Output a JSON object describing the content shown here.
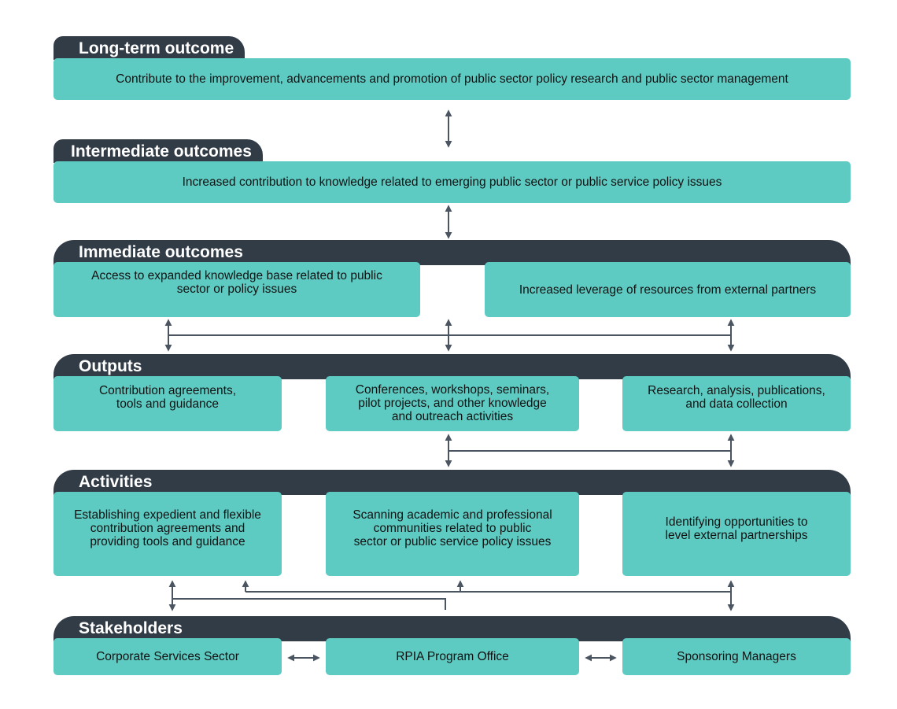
{
  "long_term": {
    "title": "Long-term outcome",
    "text": "Contribute to the improvement, advancements and promotion of public sector policy research and public sector management"
  },
  "intermediate": {
    "title": "Intermediate outcomes",
    "text": "Increased contribution to knowledge related to emerging public sector or public service policy issues"
  },
  "immediate": {
    "title": "Immediate outcomes",
    "boxes": [
      "Access to expanded knowledge base related to public\nsector or policy issues",
      "Increased leverage of resources from external partners"
    ]
  },
  "outputs": {
    "title": "Outputs",
    "boxes": [
      "Contribution agreements,\ntools and guidance",
      "Conferences, workshops, seminars,\npilot projects, and other knowledge\nand outreach activities",
      "Research, analysis, publications,\nand data collection"
    ]
  },
  "activities": {
    "title": "Activities",
    "boxes": [
      "Establishing expedient and flexible\ncontribution agreements and\nproviding tools and guidance",
      "Scanning academic and professional\ncommunities related to public\nsector or public service policy issues",
      "Identifying opportunities to\nlevel external partnerships"
    ]
  },
  "stakeholders": {
    "title": "Stakeholders",
    "boxes": [
      "Corporate Services Sector",
      "RPIA Program Office",
      "Sponsoring Managers"
    ]
  },
  "colors": {
    "header": "#323c47",
    "box": "#5ecbc3",
    "arrow": "#4a5561"
  }
}
